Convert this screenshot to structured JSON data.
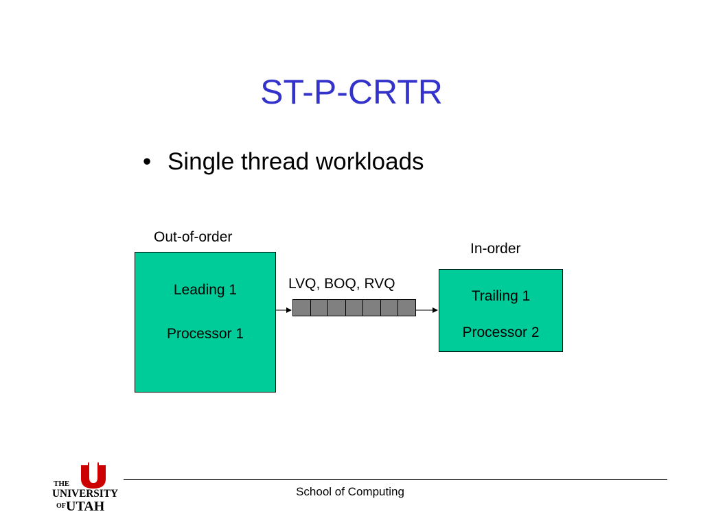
{
  "slide": {
    "title": "ST-P-CRTR",
    "bullet": "Single thread workloads",
    "bullet_marker": "•"
  },
  "diagram": {
    "left_caption": "Out-of-order",
    "right_caption": "In-order",
    "queue_label": "LVQ, BOQ, RVQ",
    "queue_cell_count": 7,
    "left_box": {
      "line1": "Leading 1",
      "line2": "Processor 1"
    },
    "right_box": {
      "line1": "Trailing 1",
      "line2": "Processor 2"
    }
  },
  "footer": {
    "text": "School of Computing"
  },
  "logo": {
    "line_the": "THE",
    "line_university": "UNIVERSITY",
    "line_of": "OF",
    "line_utah": "UTAH"
  },
  "colors": {
    "title": "#3333cc",
    "box_fill": "#00cc99",
    "queue_fill": "#808080",
    "logo_red": "#cc0000"
  }
}
